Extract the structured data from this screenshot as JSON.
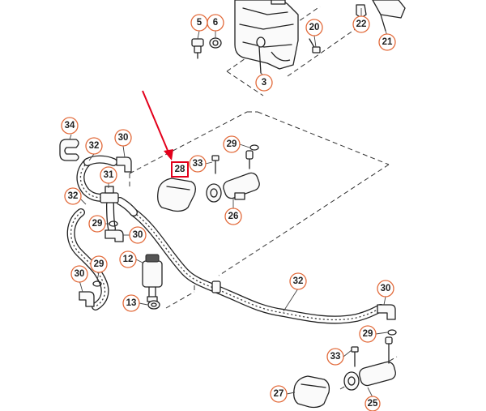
{
  "diagram": {
    "callouts": [
      {
        "id": "5",
        "label": "5"
      },
      {
        "id": "6",
        "label": "6"
      },
      {
        "id": "20",
        "label": "20"
      },
      {
        "id": "22",
        "label": "22"
      },
      {
        "id": "21",
        "label": "21"
      },
      {
        "id": "3",
        "label": "3"
      },
      {
        "id": "34",
        "label": "34"
      },
      {
        "id": "32a",
        "label": "32"
      },
      {
        "id": "30a",
        "label": "30"
      },
      {
        "id": "29a",
        "label": "29"
      },
      {
        "id": "33a",
        "label": "33"
      },
      {
        "id": "31",
        "label": "31"
      },
      {
        "id": "32b",
        "label": "32"
      },
      {
        "id": "26",
        "label": "26"
      },
      {
        "id": "29b",
        "label": "29"
      },
      {
        "id": "30b",
        "label": "30"
      },
      {
        "id": "12",
        "label": "12"
      },
      {
        "id": "30c",
        "label": "30"
      },
      {
        "id": "29c",
        "label": "29"
      },
      {
        "id": "32c",
        "label": "32"
      },
      {
        "id": "13",
        "label": "13"
      },
      {
        "id": "30d",
        "label": "30"
      },
      {
        "id": "29d",
        "label": "29"
      },
      {
        "id": "33b",
        "label": "33"
      },
      {
        "id": "27",
        "label": "27"
      },
      {
        "id": "25",
        "label": "25"
      }
    ],
    "highlighted_part": {
      "label": "28"
    }
  }
}
